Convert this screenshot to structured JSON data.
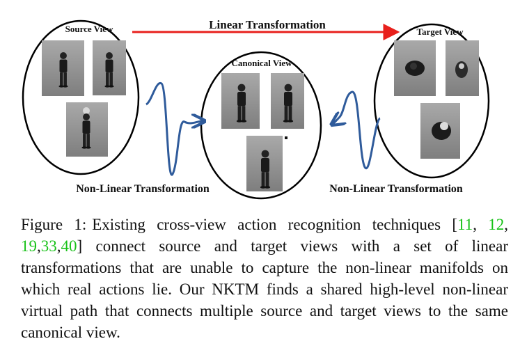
{
  "figure": {
    "source_view_label": "Source View",
    "canonical_view_label": "Canonical View",
    "target_view_label": "Target View",
    "linear_label": "Linear Transformation",
    "nonlinear_left_label": "Non-Linear Transformation",
    "nonlinear_right_label": "Non-Linear Transformation",
    "colors": {
      "arrow_red": "#e8201c",
      "curve_blue": "#2f5b9b",
      "ellipse": "#000000",
      "citation_green": "#19c219"
    }
  },
  "caption": {
    "label": "Figure 1:",
    "text_1": "Existing cross-view action recognition techniques [",
    "refs": [
      "11",
      "12",
      "19",
      "33",
      "40"
    ],
    "sep_1": ",",
    "sep_2": ", ",
    "sep_3": ",",
    "sep_4": ",",
    "text_2": "] connect source and target views with a set of linear transformations that are unable to capture the non-linear manifolds on which real actions lie. Our NKTM finds a shared high-level non-linear virtual path that connects multiple source and target views to the same canonical view."
  }
}
